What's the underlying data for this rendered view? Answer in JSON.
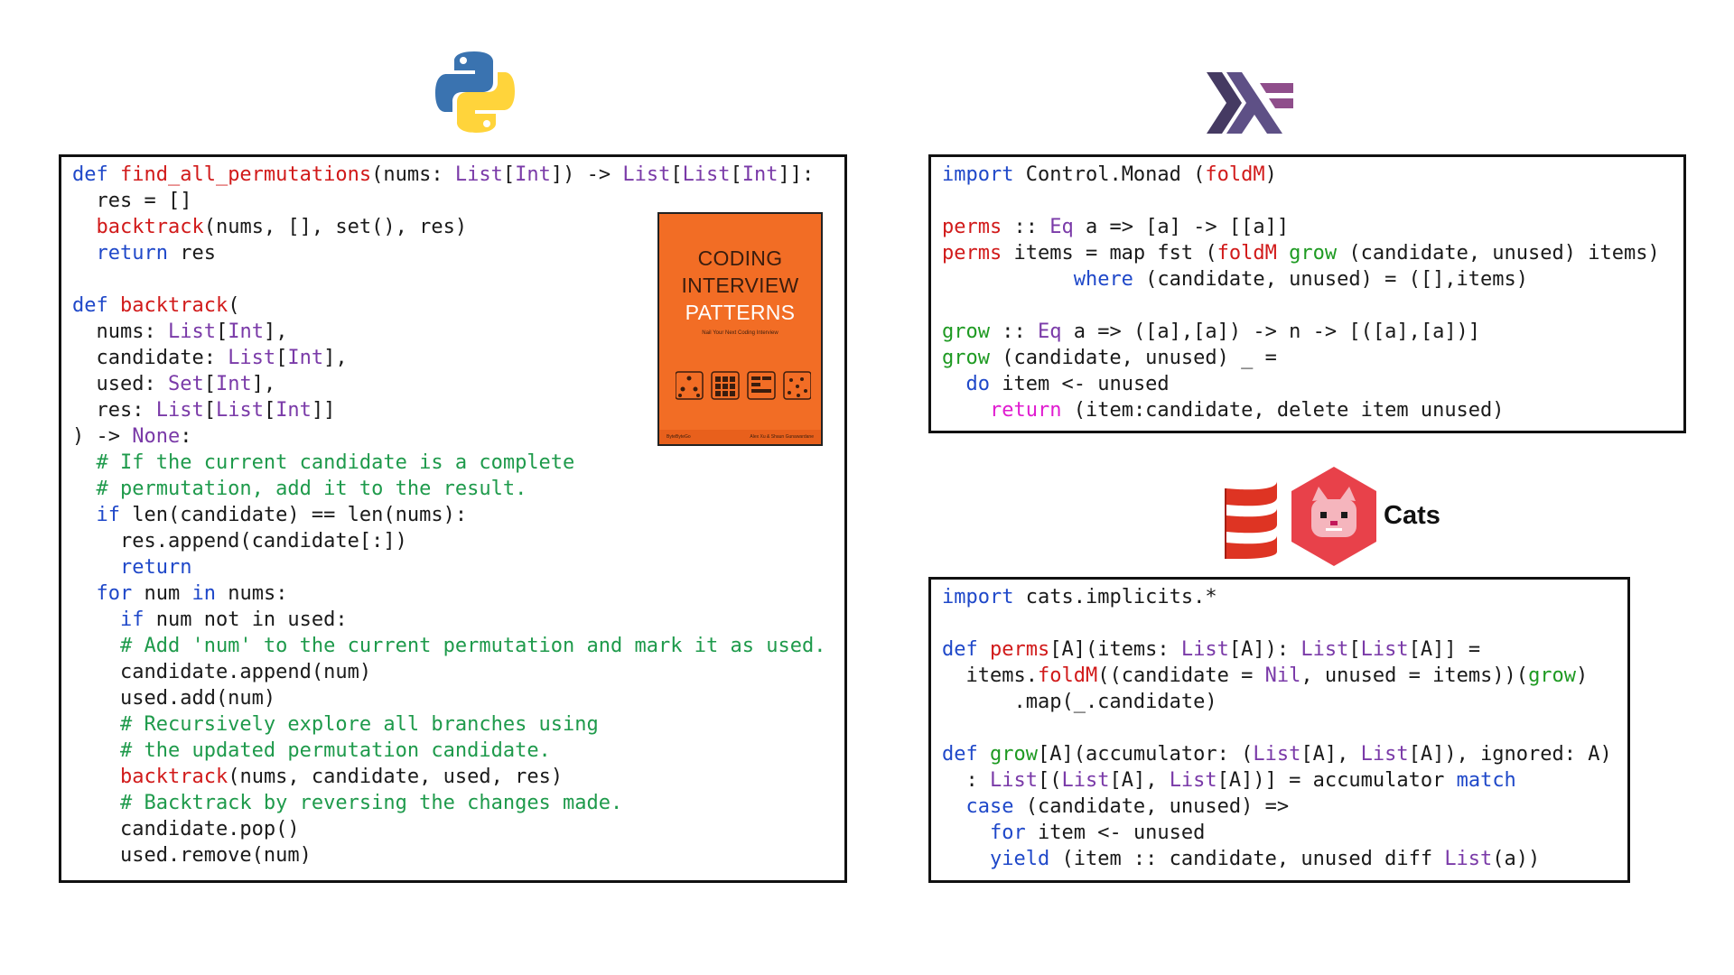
{
  "python": {
    "lines": [
      [
        [
          "kw",
          "def "
        ],
        [
          "fn",
          "find_all_permutations"
        ],
        [
          "t",
          "(nums: "
        ],
        [
          "ty",
          "List"
        ],
        [
          "t",
          "["
        ],
        [
          "ty",
          "Int"
        ],
        [
          "t",
          "]) -> "
        ],
        [
          "ty",
          "List"
        ],
        [
          "t",
          "["
        ],
        [
          "ty",
          "List"
        ],
        [
          "t",
          "["
        ],
        [
          "ty",
          "Int"
        ],
        [
          "t",
          "]]:"
        ]
      ],
      [
        [
          "t",
          "  res = []"
        ]
      ],
      [
        [
          "t",
          "  "
        ],
        [
          "fn",
          "backtrack"
        ],
        [
          "t",
          "(nums, [], set(), res)"
        ]
      ],
      [
        [
          "t",
          "  "
        ],
        [
          "kw",
          "return"
        ],
        [
          "t",
          " res"
        ]
      ],
      [],
      [
        [
          "kw",
          "def "
        ],
        [
          "fn",
          "backtrack"
        ],
        [
          "t",
          "("
        ]
      ],
      [
        [
          "t",
          "  nums: "
        ],
        [
          "ty",
          "List"
        ],
        [
          "t",
          "["
        ],
        [
          "ty",
          "Int"
        ],
        [
          "t",
          "],"
        ]
      ],
      [
        [
          "t",
          "  candidate: "
        ],
        [
          "ty",
          "List"
        ],
        [
          "t",
          "["
        ],
        [
          "ty",
          "Int"
        ],
        [
          "t",
          "],"
        ]
      ],
      [
        [
          "t",
          "  used: "
        ],
        [
          "ty",
          "Set"
        ],
        [
          "t",
          "["
        ],
        [
          "ty",
          "Int"
        ],
        [
          "t",
          "],"
        ]
      ],
      [
        [
          "t",
          "  res: "
        ],
        [
          "ty",
          "List"
        ],
        [
          "t",
          "["
        ],
        [
          "ty",
          "List"
        ],
        [
          "t",
          "["
        ],
        [
          "ty",
          "Int"
        ],
        [
          "t",
          "]]"
        ]
      ],
      [
        [
          "t",
          ") -> "
        ],
        [
          "ty",
          "None"
        ],
        [
          "t",
          ":"
        ]
      ],
      [
        [
          "cm",
          "  # If the current candidate is a complete"
        ]
      ],
      [
        [
          "cm",
          "  # permutation, add it to the result."
        ]
      ],
      [
        [
          "t",
          "  "
        ],
        [
          "kw",
          "if"
        ],
        [
          "t",
          " len(candidate) == len(nums):"
        ]
      ],
      [
        [
          "t",
          "    res.append(candidate[:])"
        ]
      ],
      [
        [
          "t",
          "    "
        ],
        [
          "kw",
          "return"
        ]
      ],
      [
        [
          "t",
          "  "
        ],
        [
          "kw",
          "for"
        ],
        [
          "t",
          " num "
        ],
        [
          "kw",
          "in"
        ],
        [
          "t",
          " nums:"
        ]
      ],
      [
        [
          "t",
          "    "
        ],
        [
          "kw",
          "if"
        ],
        [
          "t",
          " num not in used:"
        ]
      ],
      [
        [
          "cm",
          "    # Add 'num' to the current permutation and mark it as used."
        ]
      ],
      [
        [
          "t",
          "    candidate.append(num)"
        ]
      ],
      [
        [
          "t",
          "    used.add(num)"
        ]
      ],
      [
        [
          "cm",
          "    # Recursively explore all branches using"
        ]
      ],
      [
        [
          "cm",
          "    # the updated permutation candidate."
        ]
      ],
      [
        [
          "t",
          "    "
        ],
        [
          "fn",
          "backtrack"
        ],
        [
          "t",
          "(nums, candidate, used, res)"
        ]
      ],
      [
        [
          "cm",
          "    # Backtrack by reversing the changes made."
        ]
      ],
      [
        [
          "t",
          "    candidate.pop()"
        ]
      ],
      [
        [
          "t",
          "    used.remove(num)"
        ]
      ]
    ]
  },
  "book": {
    "title_line1": "CODING",
    "title_line2": "INTERVIEW",
    "title_line3": "PATTERNS",
    "subtitle": "Nail Your Next Coding Interview",
    "publisher": "ByteByteGo",
    "authors": "Alex Xu & Shaun Gunawardane"
  },
  "haskell": {
    "lines": [
      [
        [
          "kw",
          "import"
        ],
        [
          "t",
          " Control.Monad ("
        ],
        [
          "fn",
          "foldM"
        ],
        [
          "t",
          ")"
        ]
      ],
      [],
      [
        [
          "fn",
          "perms"
        ],
        [
          "t",
          " :: "
        ],
        [
          "ty",
          "Eq"
        ],
        [
          "t",
          " a => [a] -> [[a]]"
        ]
      ],
      [
        [
          "fn",
          "perms"
        ],
        [
          "t",
          " items = map fst ("
        ],
        [
          "fn",
          "foldM"
        ],
        [
          "t",
          " "
        ],
        [
          "gr",
          "grow"
        ],
        [
          "t",
          " (candidate, unused) items)"
        ]
      ],
      [
        [
          "t",
          "           "
        ],
        [
          "kw",
          "where"
        ],
        [
          "t",
          " (candidate, unused) = ([],items)"
        ]
      ],
      [],
      [
        [
          "gr",
          "grow"
        ],
        [
          "t",
          " :: "
        ],
        [
          "ty",
          "Eq"
        ],
        [
          "t",
          " a => ([a],[a]) -> n -> [([a],[a])]"
        ]
      ],
      [
        [
          "gr",
          "grow"
        ],
        [
          "t",
          " (candidate, unused) _ ="
        ]
      ],
      [
        [
          "t",
          "  "
        ],
        [
          "kw",
          "do"
        ],
        [
          "t",
          " item <- unused"
        ]
      ],
      [
        [
          "t",
          "    "
        ],
        [
          "pk",
          "return"
        ],
        [
          "t",
          " (item:candidate, delete item unused)"
        ]
      ]
    ]
  },
  "cats_label": "Cats",
  "scala": {
    "lines": [
      [
        [
          "kw",
          "import"
        ],
        [
          "t",
          " cats.implicits.*"
        ]
      ],
      [],
      [
        [
          "kw",
          "def "
        ],
        [
          "fn",
          "perms"
        ],
        [
          "t",
          "[A](items: "
        ],
        [
          "ty",
          "List"
        ],
        [
          "t",
          "[A]): "
        ],
        [
          "ty",
          "List"
        ],
        [
          "t",
          "["
        ],
        [
          "ty",
          "List"
        ],
        [
          "t",
          "[A]] ="
        ]
      ],
      [
        [
          "t",
          "  items."
        ],
        [
          "fn",
          "foldM"
        ],
        [
          "t",
          "((candidate = "
        ],
        [
          "ty",
          "Nil"
        ],
        [
          "t",
          ", unused = items))("
        ],
        [
          "gr",
          "grow"
        ],
        [
          "t",
          ")"
        ]
      ],
      [
        [
          "t",
          "      .map(_.candidate)"
        ]
      ],
      [],
      [
        [
          "kw",
          "def "
        ],
        [
          "gr",
          "grow"
        ],
        [
          "t",
          "[A](accumulator: ("
        ],
        [
          "ty",
          "List"
        ],
        [
          "t",
          "[A], "
        ],
        [
          "ty",
          "List"
        ],
        [
          "t",
          "[A]), ignored: A)"
        ]
      ],
      [
        [
          "t",
          "  : "
        ],
        [
          "ty",
          "List"
        ],
        [
          "t",
          "[("
        ],
        [
          "ty",
          "List"
        ],
        [
          "t",
          "[A], "
        ],
        [
          "ty",
          "List"
        ],
        [
          "t",
          "[A])] = accumulator "
        ],
        [
          "kw",
          "match"
        ]
      ],
      [
        [
          "t",
          "  "
        ],
        [
          "kw",
          "case"
        ],
        [
          "t",
          " (candidate, unused) =>"
        ]
      ],
      [
        [
          "t",
          "    "
        ],
        [
          "kw",
          "for"
        ],
        [
          "t",
          " item <- unused"
        ]
      ],
      [
        [
          "t",
          "    "
        ],
        [
          "kw",
          "yield"
        ],
        [
          "t",
          " (item :: candidate, unused diff "
        ],
        [
          "ty",
          "List"
        ],
        [
          "t",
          "(a))"
        ]
      ]
    ]
  },
  "colors": {
    "keyword": "#1f48c9",
    "function": "#d11a1a",
    "type": "#7a3aa8",
    "comment": "#1e9a4b",
    "grow": "#1e9a22",
    "haskell_return": "#e01bd0",
    "book_orange": "#f26d25"
  },
  "icons": {
    "python": "python-logo-icon",
    "haskell": "haskell-logo-icon",
    "scala": "scala-logo-icon",
    "cats": "cats-logo-icon"
  }
}
